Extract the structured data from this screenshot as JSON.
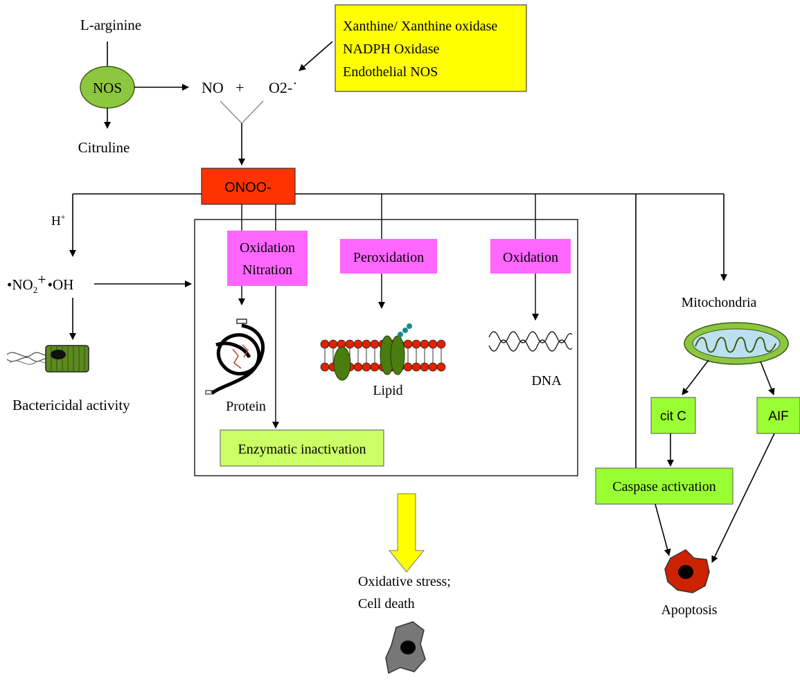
{
  "labels": {
    "l_arginine": "L-arginine",
    "nos": "NOS",
    "citruline": "Citruline",
    "no": "NO",
    "plus": "+",
    "o2": "O2-˙",
    "sources": [
      "Xanthine/ Xanthine oxidase",
      "NADPH Oxidase",
      "Endothelial NOS"
    ],
    "onoo": "ONOO-",
    "h_plus": "H",
    "h_plus_sup": "+",
    "radical_line": {
      "no2": "•NO",
      "no2_sub": "2",
      "plus": "+",
      "oh": "•OH"
    },
    "bactericidal": "Bactericidal activity",
    "oxidation_nitration": [
      "Oxidation",
      "Nitration"
    ],
    "peroxidation": "Peroxidation",
    "oxidation": "Oxidation",
    "protein": "Protein",
    "lipid": "Lipid",
    "dna": "DNA",
    "enzymatic_inactivation": "Enzymatic inactivation",
    "oxidative_stress": [
      "Oxidative stress;",
      "Cell death"
    ],
    "mitochondria": "Mitochondria",
    "cit_c": "cit C",
    "aif": "AIF",
    "caspase": "Caspase activation",
    "apoptosis": "Apoptosis"
  },
  "colors": {
    "nos_fill": "#8dc63f",
    "sources_fill": "#ffff00",
    "onoo_fill": "#ff3300",
    "magenta_fill": "#ff66ff",
    "green_box_fill": "#99ff33",
    "enzymatic_fill": "#ccff66",
    "yellow_arrow": "#ffff00",
    "apoptotic_cell": "#cc2200",
    "dead_cell": "#777777",
    "lipid_head": "#dd2200",
    "protein_green": "#4a7d10"
  }
}
